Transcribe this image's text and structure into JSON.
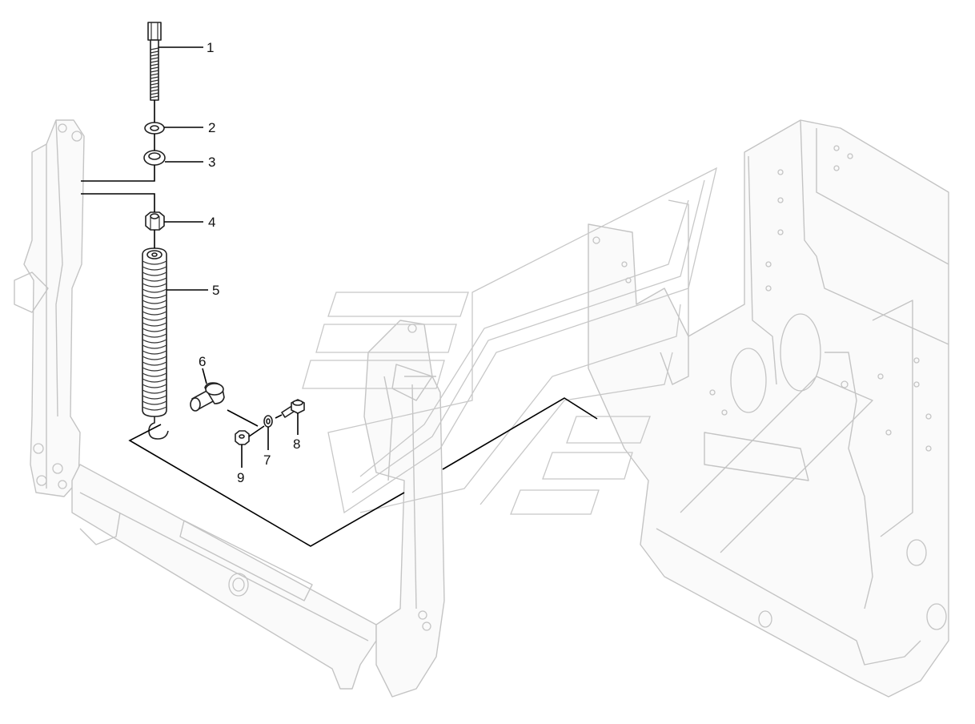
{
  "callouts": [
    {
      "id": "part-1",
      "label": "1"
    },
    {
      "id": "part-2",
      "label": "2"
    },
    {
      "id": "part-3",
      "label": "3"
    },
    {
      "id": "part-4",
      "label": "4"
    },
    {
      "id": "part-5",
      "label": "5"
    },
    {
      "id": "part-6",
      "label": "6"
    },
    {
      "id": "part-7",
      "label": "7"
    },
    {
      "id": "part-8",
      "label": "8"
    },
    {
      "id": "part-9",
      "label": "9"
    }
  ],
  "colors": {
    "frame_line": "#c4c4c4",
    "part_line": "#202020",
    "leader_line": "#000000",
    "background": "#ffffff"
  }
}
